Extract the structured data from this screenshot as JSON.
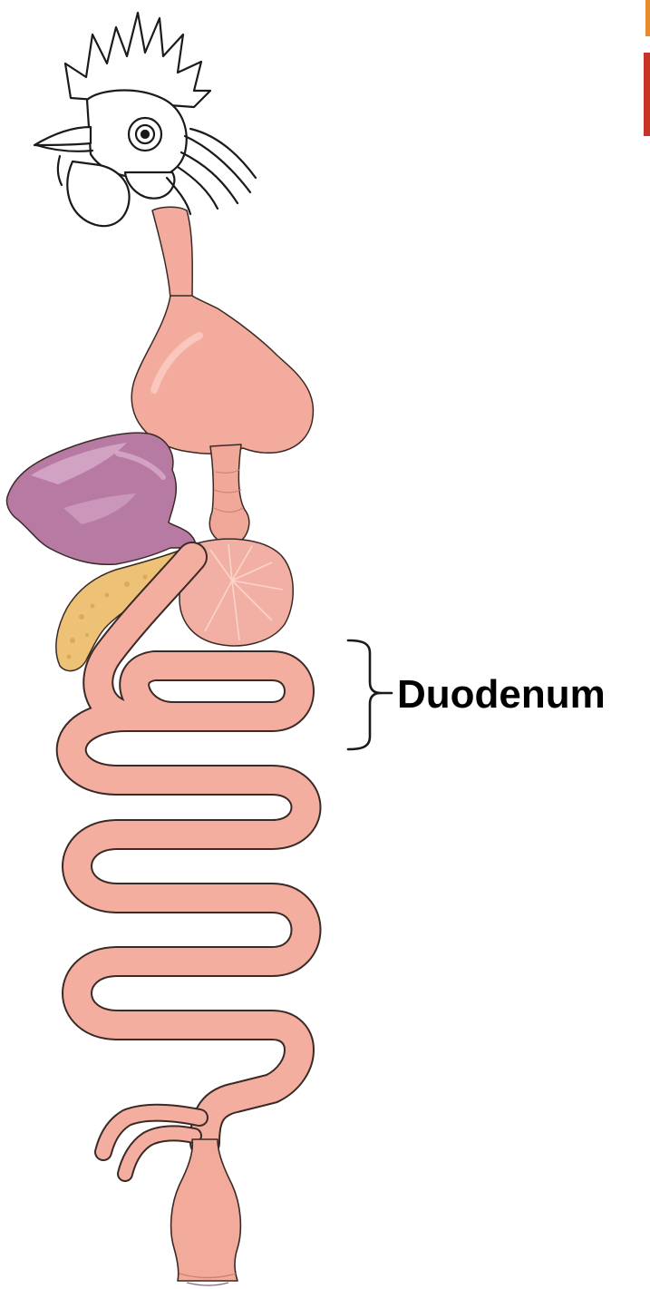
{
  "labels": {
    "duodenum": "Duodenum"
  },
  "colors": {
    "intestine_fill": "#f4aea0",
    "intestine_outline": "#3a2a26",
    "crop_fill": "#f3ab9d",
    "liver_fill": "#b77aa3",
    "liver_highlight": "#d7a9c8",
    "pancreas_fill": "#edc276",
    "gizzard_fill": "#f2b0a4",
    "head_outline": "#1a1a1a",
    "bracket": "#1a1a1a",
    "corner_accent_orange": "#e8892b",
    "corner_accent_red": "#c9322b"
  },
  "parts": [
    "rooster-head",
    "esophagus",
    "crop",
    "proventriculus",
    "liver",
    "pancreas",
    "gizzard",
    "duodenum",
    "small-intestine",
    "ceca",
    "cloaca"
  ]
}
